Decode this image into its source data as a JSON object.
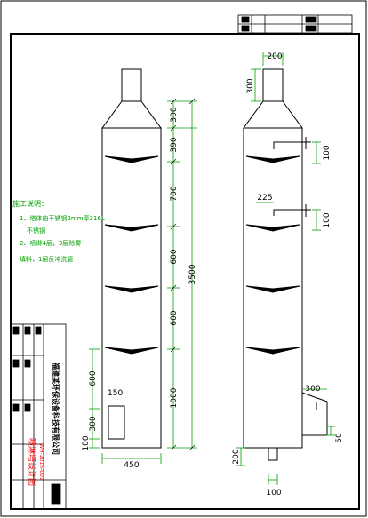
{
  "notes": {
    "title": "施工说明：",
    "line1": "1、塔体由不锈钢2mm厚316L",
    "line1b": "不锈钢",
    "line2": "2、喷淋4层，3层除雾",
    "line2b": "填料，1层反冲洗管"
  },
  "title_block": {
    "company": "福建某环保设备科技有限公司",
    "drawing_name": "喷淋塔设计图",
    "drawing_no": "WH-2016-001"
  },
  "dims": {
    "left": {
      "d300": "300",
      "d390": "390",
      "d700": "700",
      "d600a": "600",
      "d600b": "600",
      "d1000": "1000",
      "total": "3500",
      "side600": "600",
      "side300": "300",
      "side100": "100",
      "door150": "150",
      "width450": "450"
    },
    "right": {
      "top200": "200",
      "top300": "300",
      "pipe100a": "100",
      "pipe225": "225",
      "pipe100b": "100",
      "inlet300": "300",
      "inlet50": "50",
      "drain200": "200",
      "drain100": "100"
    }
  }
}
